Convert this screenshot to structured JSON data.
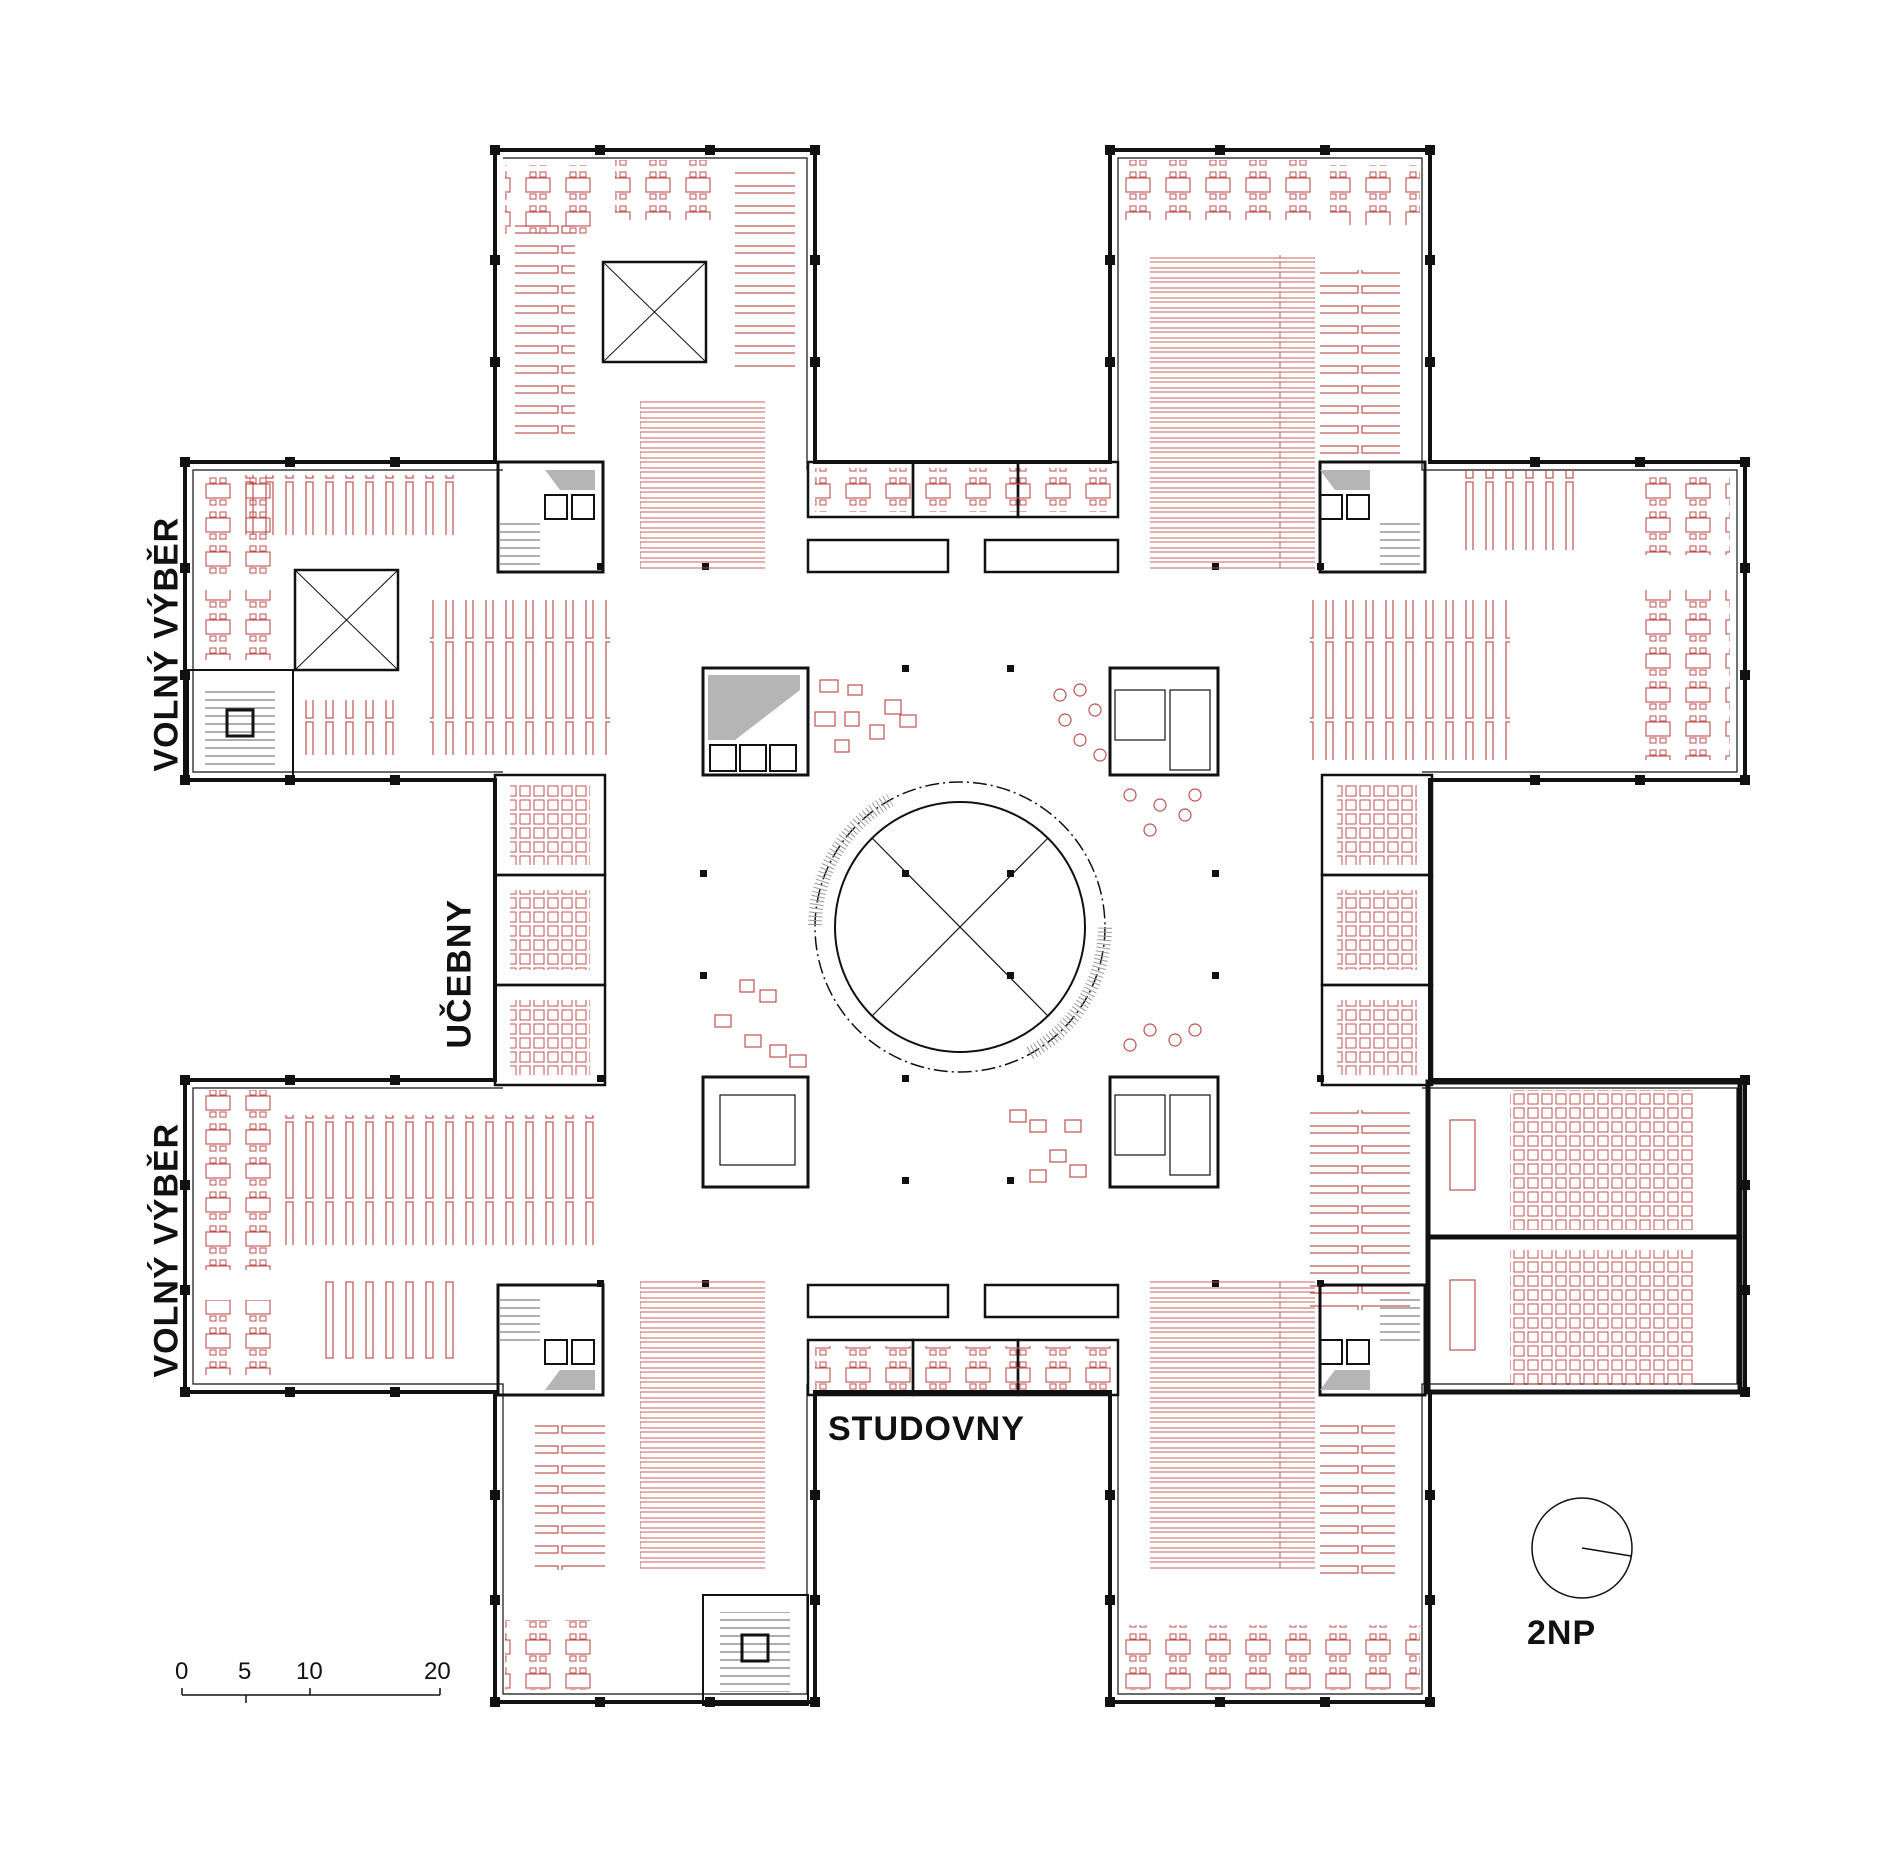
{
  "labels": {
    "volny_vyber_top": "VOLNÝ VÝBĚR",
    "volny_vyber_bottom": "VOLNÝ VÝBĚR",
    "ucebny": "UČEBNY",
    "studovny": "STUDOVNY",
    "floor": "2NP"
  },
  "scale_bar": {
    "ticks": [
      "0",
      "5",
      "10",
      "20"
    ]
  },
  "colors": {
    "wall": "#111111",
    "furniture": "#c0504d",
    "shade": "#b5b5b5"
  }
}
